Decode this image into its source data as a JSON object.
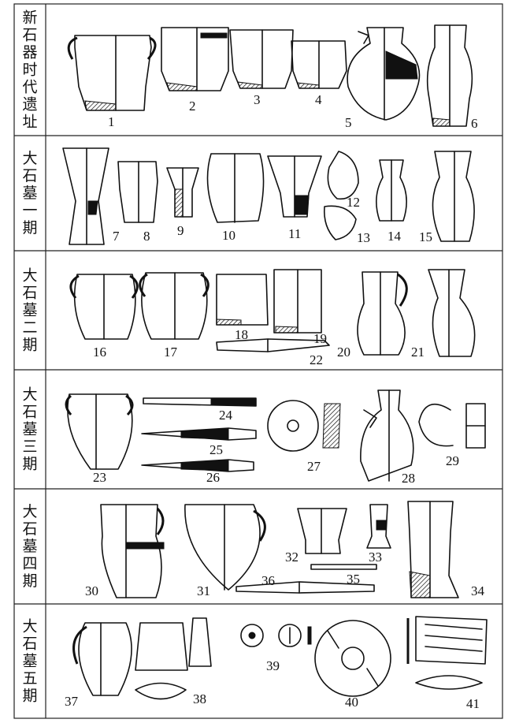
{
  "rows": [
    {
      "label": "新石器时代遗址",
      "numbers": [
        "1",
        "2",
        "3",
        "4",
        "5",
        "6"
      ]
    },
    {
      "label": "大石墓一期",
      "numbers": [
        "7",
        "8",
        "9",
        "10",
        "11",
        "12",
        "13",
        "14",
        "15"
      ]
    },
    {
      "label": "大石墓二期",
      "numbers": [
        "16",
        "17",
        "18",
        "19",
        "20",
        "21",
        "22"
      ]
    },
    {
      "label": "大石墓三期",
      "numbers": [
        "23",
        "24",
        "25",
        "26",
        "27",
        "28",
        "29"
      ]
    },
    {
      "label": "大石墓四期",
      "numbers": [
        "30",
        "31",
        "32",
        "33",
        "34",
        "35",
        "36"
      ]
    },
    {
      "label": "大石墓五期",
      "numbers": [
        "37",
        "38",
        "39",
        "40",
        "41"
      ]
    }
  ]
}
